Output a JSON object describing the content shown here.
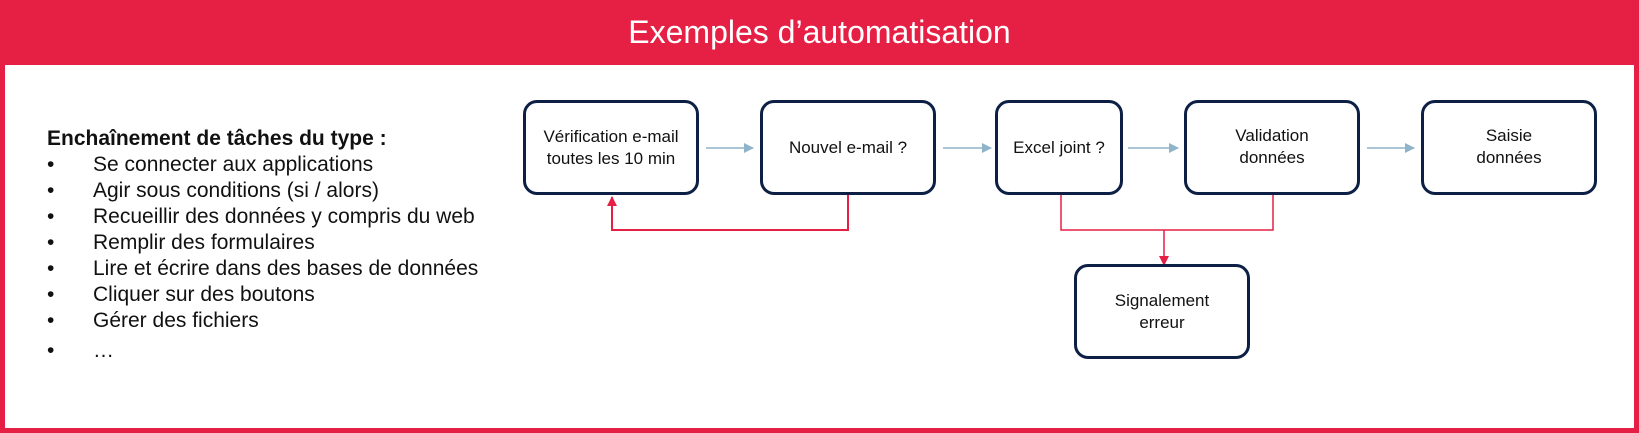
{
  "title": "Exemples d’automatisation",
  "tasks": {
    "heading": "Enchaînement de tâches du type :",
    "bullet": "•",
    "items": [
      "Se connecter aux applications",
      "Agir sous conditions (si / alors)",
      "Recueillir des données y compris du web",
      "Remplir des formulaires",
      "Lire et écrire dans des bases de données",
      "Cliquer sur des boutons",
      "Gérer des fichiers",
      "…"
    ]
  },
  "flow": {
    "steps": [
      {
        "line1": "Vérification e-mail",
        "line2": "toutes les 10 min"
      },
      {
        "line1": "Nouvel e-mail ?",
        "line2": ""
      },
      {
        "line1": "Excel joint ?",
        "line2": ""
      },
      {
        "line1": "Validation",
        "line2": "données"
      },
      {
        "line1": "Saisie",
        "line2": "données"
      }
    ],
    "error": {
      "line1": "Signalement",
      "line2": "erreur"
    }
  },
  "colors": {
    "accent": "#e62045",
    "box_border": "#0d1f45",
    "flow_arrow": "#8fb3c9"
  }
}
